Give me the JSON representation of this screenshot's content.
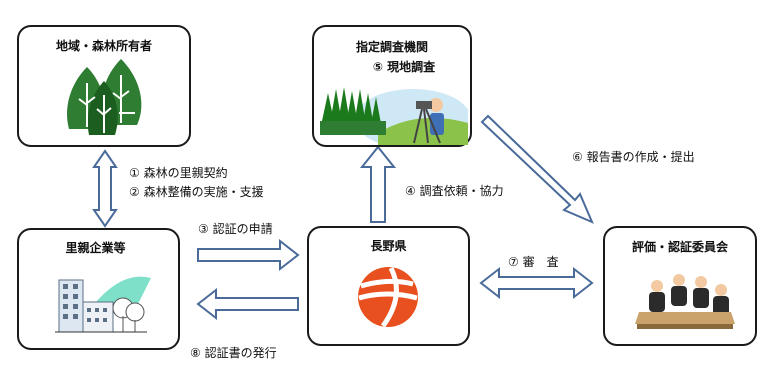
{
  "boxes": {
    "owner": {
      "title": "地域・森林所有者"
    },
    "agency": {
      "title": "指定調査機関",
      "subtitle": "⑤ 現地調査"
    },
    "company": {
      "title": "里親企業等"
    },
    "nagano": {
      "title": "長野県"
    },
    "committee": {
      "title": "評価・認証委員会"
    }
  },
  "labels": {
    "step1": "① 森林の里親契約",
    "step2": "② 森林整備の実施・支援",
    "step3": "③ 認証の申請",
    "step4": "④ 調査依頼・協力",
    "step6": "⑥ 報告書の作成・提出",
    "step7": "⑦ 審　査",
    "step8": "⑧ 認証書の発行"
  },
  "colors": {
    "arrow_fill": "#ffffff",
    "arrow_stroke": "#4a6b9a",
    "forest_green": "#2e7d32",
    "nagano_orange": "#e8501f"
  },
  "icons": {
    "owner": "forest-trees-icon",
    "agency": "surveyor-icon",
    "company": "office-building-icon",
    "nagano": "nagano-emblem-icon",
    "committee": "meeting-icon"
  }
}
